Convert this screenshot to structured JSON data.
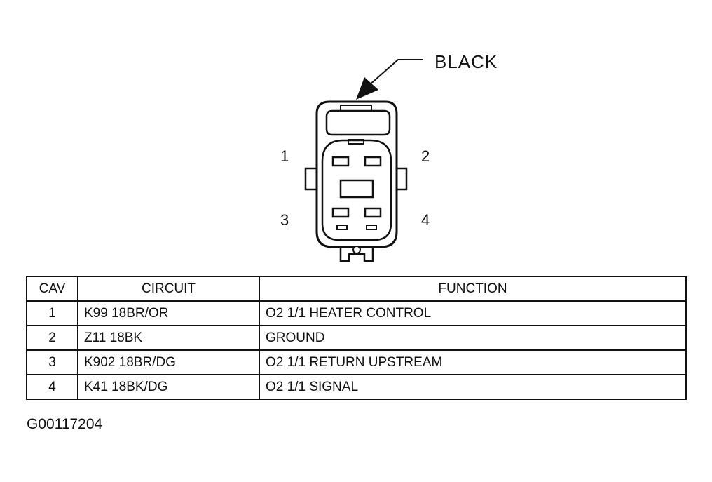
{
  "connector": {
    "color_label": "BLACK",
    "pin_labels": [
      "1",
      "2",
      "3",
      "4"
    ]
  },
  "table": {
    "headers": {
      "cav": "CAV",
      "circuit": "CIRCUIT",
      "function": "FUNCTION"
    },
    "rows": [
      {
        "cav": "1",
        "circuit": "K99 18BR/OR",
        "function": "O2 1/1 HEATER CONTROL"
      },
      {
        "cav": "2",
        "circuit": "Z11 18BK",
        "function": "GROUND"
      },
      {
        "cav": "3",
        "circuit": "K902 18BR/DG",
        "function": "O2 1/1 RETURN UPSTREAM"
      },
      {
        "cav": "4",
        "circuit": "K41 18BK/DG",
        "function": "O2 1/1 SIGNAL"
      }
    ]
  },
  "figure_id": "G00117204",
  "colors": {
    "line": "#111111",
    "background": "#ffffff"
  }
}
